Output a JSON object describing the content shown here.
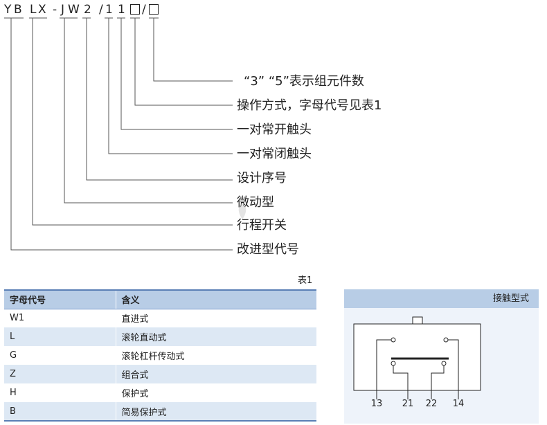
{
  "model_code": {
    "chars": [
      "Y",
      "B",
      "L",
      "X",
      "-",
      "J",
      "W",
      "2",
      "/",
      "1",
      "1",
      "/"
    ],
    "blank_symbol": "□"
  },
  "labels": {
    "components": "“3”  “5”表示组元件数",
    "operation": "操作方式，字母代号见表1",
    "no_contact": "一对常开触头",
    "nc_contact": "一对常闭触头",
    "design_no": "设计序号",
    "micro": "微动型",
    "travel_switch": "行程开关",
    "improved_code": "改进型代号"
  },
  "table": {
    "caption": "表1",
    "headers": [
      "字母代号",
      "含义"
    ],
    "rows": [
      [
        "W1",
        "直进式"
      ],
      [
        "L",
        "滚轮直动式"
      ],
      [
        "G",
        "滚轮杠杆传动式"
      ],
      [
        "Z",
        "组合式"
      ],
      [
        "H",
        "保护式"
      ],
      [
        "B",
        "简易保护式"
      ]
    ]
  },
  "contact_panel": {
    "title": "接触型式",
    "terminals": [
      "13",
      "21",
      "22",
      "14"
    ]
  },
  "colors": {
    "header_bg": "#b8cde6",
    "row_alt_bg": "#dde8f4",
    "rule": "#5a7fb5",
    "panel_bg": "#eef3fa"
  }
}
